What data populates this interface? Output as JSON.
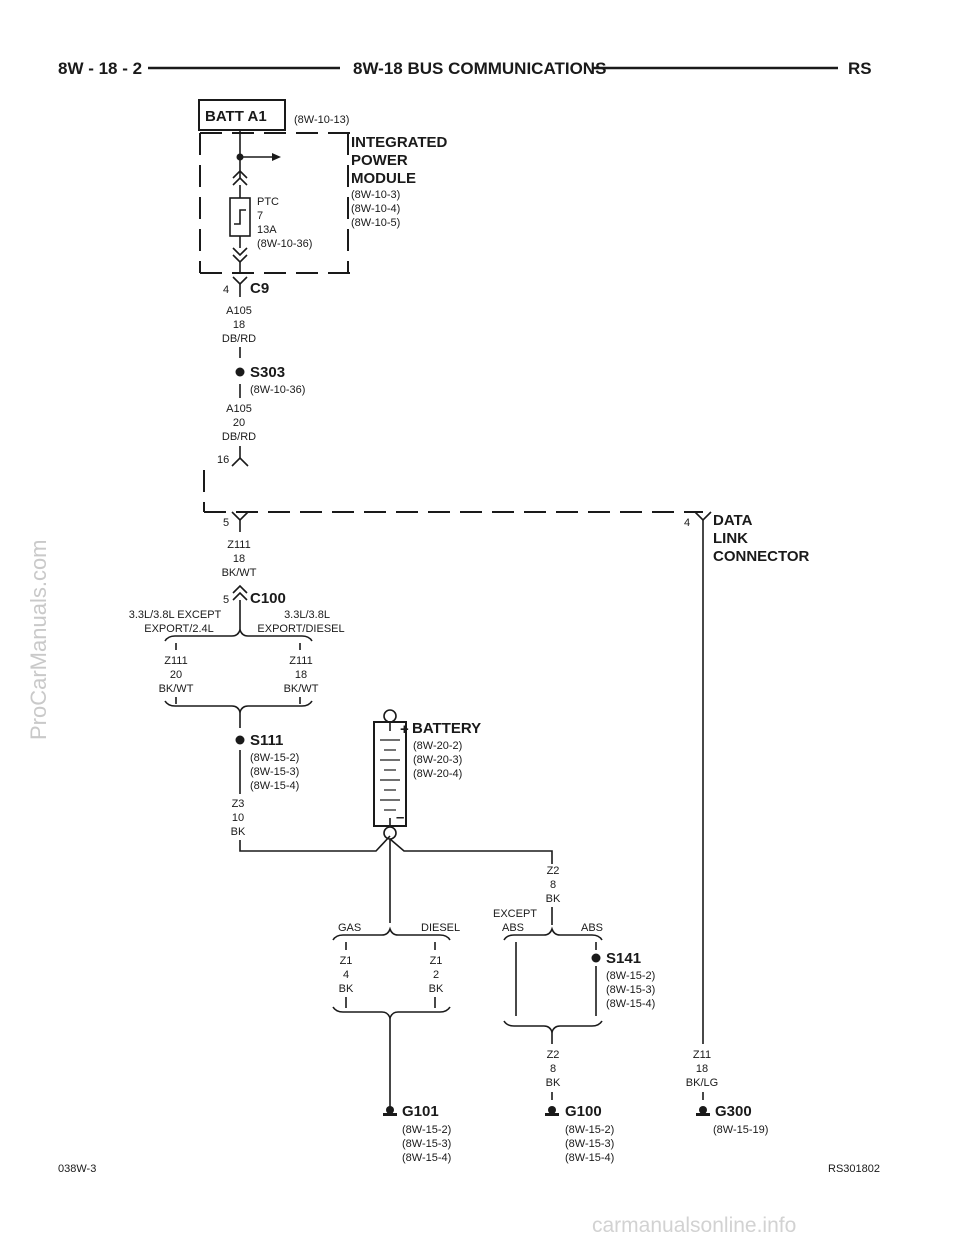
{
  "header": {
    "left": "8W - 18 - 2",
    "center": "8W-18 BUS COMMUNICATIONS",
    "right": "RS"
  },
  "footer": {
    "left": "038W-3",
    "right": "RS301802"
  },
  "watermarks": {
    "side": "ProCarManuals.com",
    "bottom": "carmanualsonline.info"
  },
  "batt": {
    "label": "BATT A1",
    "ref": "(8W-10-13)"
  },
  "ipm": {
    "line1": "INTEGRATED",
    "line2": "POWER",
    "line3": "MODULE",
    "ref1": "(8W-10-3)",
    "ref2": "(8W-10-4)",
    "ref3": "(8W-10-5)"
  },
  "ptc": {
    "l1": "PTC",
    "l2": "7",
    "l3": "13A",
    "l4": "(8W-10-36)"
  },
  "c9": {
    "pin": "4",
    "name": "C9"
  },
  "w_a105_18": {
    "c": "A105",
    "g": "18",
    "col": "DB/RD"
  },
  "s303": {
    "name": "S303",
    "ref": "(8W-10-36)"
  },
  "w_a105_20": {
    "c": "A105",
    "g": "20",
    "col": "DB/RD"
  },
  "pin16": "16",
  "pin5a": "5",
  "pin4": "4",
  "dlc": {
    "l1": "DATA",
    "l2": "LINK",
    "l3": "CONNECTOR"
  },
  "w_z111_18a": {
    "c": "Z111",
    "g": "18",
    "col": "BK/WT"
  },
  "c100": {
    "pin": "5",
    "name": "C100"
  },
  "split1": {
    "left1": "3.3L/3.8L EXCEPT",
    "left2": "EXPORT/2.4L",
    "right1": "3.3L/3.8L",
    "right2": "EXPORT/DIESEL"
  },
  "w_z111_20": {
    "c": "Z111",
    "g": "20",
    "col": "BK/WT"
  },
  "w_z111_18b": {
    "c": "Z111",
    "g": "18",
    "col": "BK/WT"
  },
  "s111": {
    "name": "S111",
    "r1": "(8W-15-2)",
    "r2": "(8W-15-3)",
    "r3": "(8W-15-4)"
  },
  "w_z3": {
    "c": "Z3",
    "g": "10",
    "col": "BK"
  },
  "battery": {
    "name": "BATTERY",
    "r1": "(8W-20-2)",
    "r2": "(8W-20-3)",
    "r3": "(8W-20-4)",
    "plus": "+",
    "minus": "–"
  },
  "w_z2_top": {
    "c": "Z2",
    "g": "8",
    "col": "BK"
  },
  "split2": {
    "gas": "GAS",
    "diesel": "DIESEL"
  },
  "split3": {
    "except1": "EXCEPT",
    "except2": "ABS",
    "abs": "ABS"
  },
  "w_z1_4": {
    "c": "Z1",
    "g": "4",
    "col": "BK"
  },
  "w_z1_2": {
    "c": "Z1",
    "g": "2",
    "col": "BK"
  },
  "s141": {
    "name": "S141",
    "r1": "(8W-15-2)",
    "r2": "(8W-15-3)",
    "r3": "(8W-15-4)"
  },
  "w_z2_bot": {
    "c": "Z2",
    "g": "8",
    "col": "BK"
  },
  "w_z11": {
    "c": "Z11",
    "g": "18",
    "col": "BK/LG"
  },
  "g101": {
    "name": "G101",
    "r1": "(8W-15-2)",
    "r2": "(8W-15-3)",
    "r3": "(8W-15-4)"
  },
  "g100": {
    "name": "G100",
    "r1": "(8W-15-2)",
    "r2": "(8W-15-3)",
    "r3": "(8W-15-4)"
  },
  "g300": {
    "name": "G300",
    "r1": "(8W-15-19)"
  }
}
